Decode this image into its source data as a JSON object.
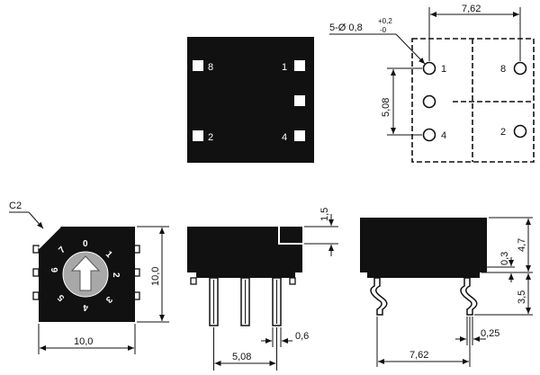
{
  "top_view": {
    "pins": [
      "8",
      "1",
      "2",
      "4"
    ]
  },
  "footprint": {
    "hole_spec": "5-Ø 0,8",
    "tol_plus": "+0,2",
    "tol_minus": "-0",
    "dim_pitch": "7,62",
    "dim_vert": "5,08",
    "pins": [
      "1",
      "8",
      "4",
      "2"
    ]
  },
  "front_view": {
    "chamfer": "C2",
    "dial_numbers": [
      "0",
      "1",
      "2",
      "3",
      "4",
      "5",
      "6",
      "7"
    ],
    "dim_height": "10,0",
    "dim_width": "10,0"
  },
  "side_view": {
    "dim_top": "1,5",
    "dim_pin_pitch": "5,08",
    "dim_pin_dia": "0,6"
  },
  "end_view": {
    "dim_total": "4,7",
    "dim_gap": "0,3",
    "dim_lead": "3,5",
    "dim_span": "7,62",
    "dim_thick": "0,25"
  }
}
